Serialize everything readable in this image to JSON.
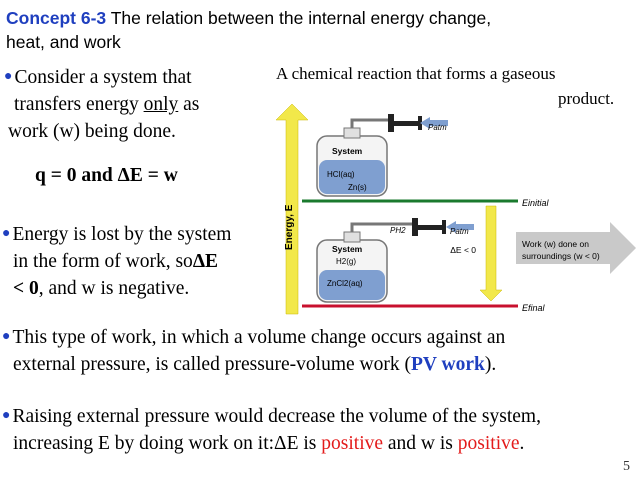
{
  "title": {
    "concept": "Concept 6-3",
    "line1": "The relation between the internal energy change,",
    "line2": "heat, and work"
  },
  "bullet1": {
    "line1": "Consider a system that",
    "line2_pre": "transfers energy ",
    "line2_underline": "only",
    "line2_post": " as",
    "line3": "work (w) being done."
  },
  "equation": "q = 0 and ΔE = w",
  "bullet2": {
    "line1": "Energy is lost by the system",
    "line2_pre": "in the form of work, so",
    "line2_bold": "ΔE",
    "line3_bold": "< 0",
    "line3_post": ", and  w is negative."
  },
  "bullet3": {
    "line1": "This type of work, in which a volume change occurs against an",
    "line2_pre": "external pressure, is called pressure-volume work (",
    "line2_blue": "PV work",
    "line2_post": ")."
  },
  "bullet4": {
    "line1": "Raising external pressure would decrease the volume of the system,",
    "line2_pre": "increasing E by doing work on it:",
    "line2_mid": "ΔE is ",
    "line2_red1": "positive",
    "line2_and": " and w is ",
    "line2_red2": "positive",
    "line2_end": "."
  },
  "figure": {
    "caption_line1": "A chemical reaction that forms a gaseous",
    "caption_line2": "product.",
    "energy_axis": "Energy, E",
    "top_vessel": {
      "label": "System",
      "content1": "HCl(aq)",
      "content2": "Zn(s)",
      "pressure": "Patm"
    },
    "bottom_vessel": {
      "label": "System",
      "gas": "H2(g)",
      "content": "ZnCl2(aq)",
      "gas_pressure": "PH2",
      "pressure": "Patm"
    },
    "e_initial": "Einitial",
    "e_final": "Efinal",
    "delta_e": "ΔE < 0",
    "work_text_l1": "Work (w) done on",
    "work_text_l2": "surroundings (w < 0)",
    "colors": {
      "green_line": "#1a7a2e",
      "red_line": "#c8102e",
      "yellow_arrow": "#f2e84a",
      "gray_arrow": "#c9c9c9",
      "liquid": "#7f9fd0"
    }
  },
  "page_number": "5"
}
